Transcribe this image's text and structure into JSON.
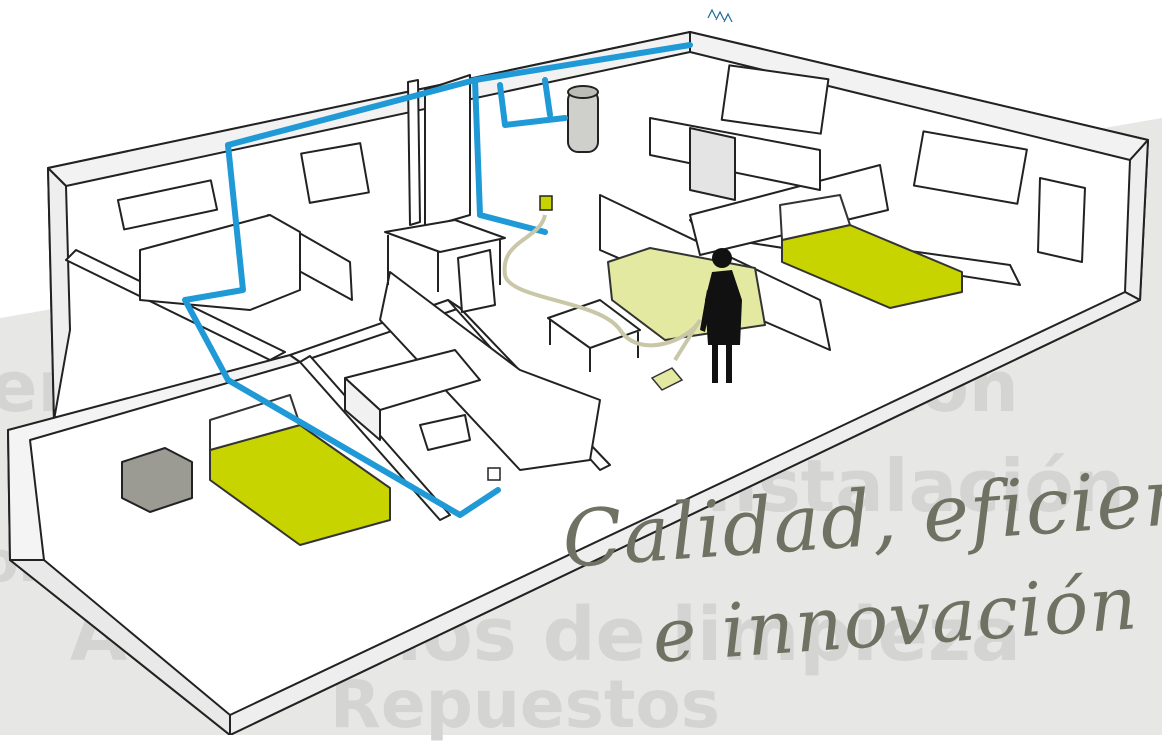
{
  "background_words": [
    "en",
    "ación",
    "instalación",
    "on",
    "Accesorios de limpieza",
    "Repuestos"
  ],
  "slogan": {
    "line1": "Calidad, eficiencia",
    "line2": "e innovación"
  },
  "colors": {
    "pipe": "#1f9ad6",
    "furniture_highlight": "#c8d400",
    "sofa": "#e3e9a0",
    "background_band": "#e6e6e4",
    "slogan": "#6f7262"
  }
}
